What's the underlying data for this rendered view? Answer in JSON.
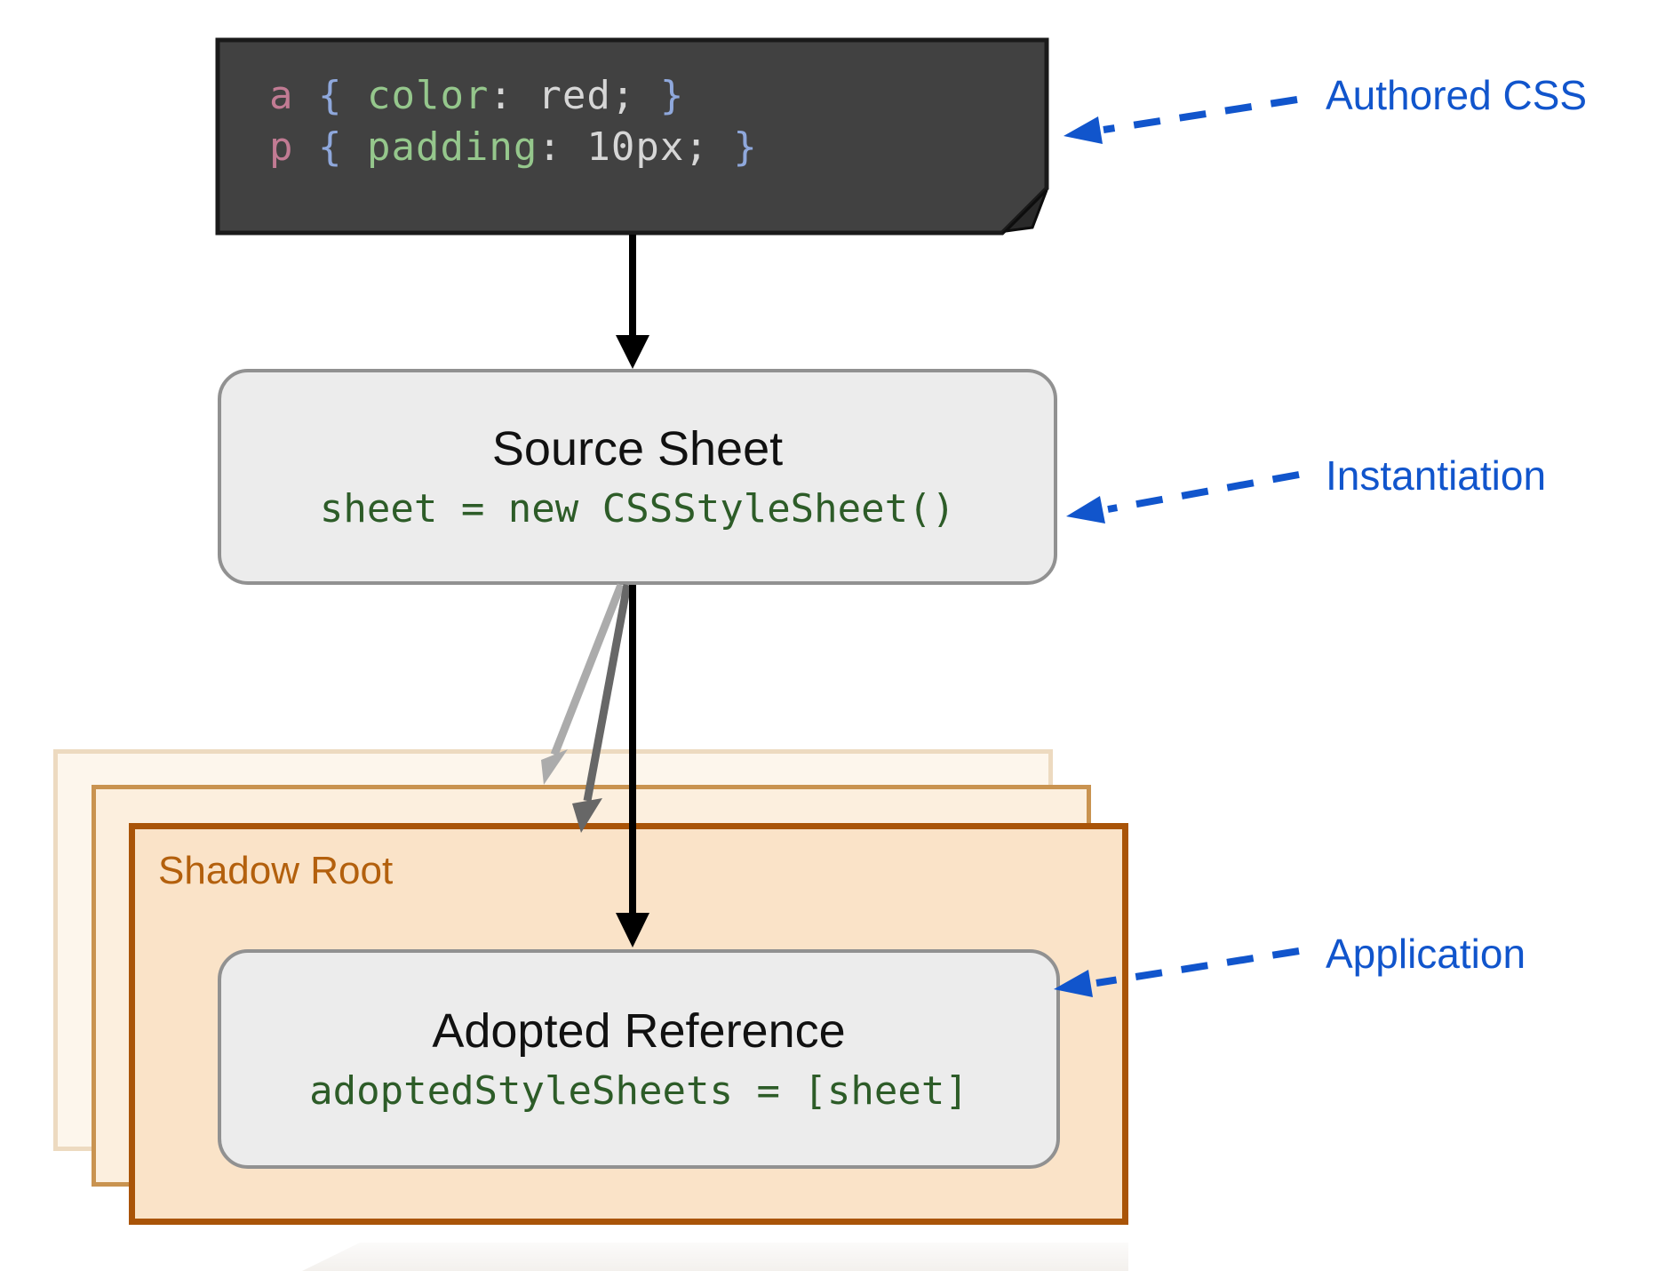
{
  "colors": {
    "label_blue": "#1155cc",
    "code_block_bg": "#414141",
    "selector_pink": "#c17b93",
    "brace_blue": "#8fa8dc",
    "property_green": "#95c78c",
    "value_gray": "#d6d6d6",
    "box_fill": "#ececec",
    "box_border": "#919191",
    "code_green": "#2d5c28",
    "shadow_fill": "#fae3c8",
    "shadow_border": "#a95408",
    "shadow_text_orange": "#b3600d"
  },
  "code_block": {
    "lines": [
      {
        "selector": "a ",
        "brace_open": "{ ",
        "property": "color",
        "colon": ": ",
        "value": "red; ",
        "brace_close": "}"
      },
      {
        "selector": "p ",
        "brace_open": "{ ",
        "property": "padding",
        "colon": ": ",
        "value": "10px; ",
        "brace_close": "}"
      }
    ]
  },
  "source_sheet": {
    "title": "Source Sheet",
    "code": "sheet = new CSSStyleSheet()"
  },
  "shadow_root": {
    "label": "Shadow Root"
  },
  "adopted_reference": {
    "title": "Adopted Reference",
    "code": "adoptedStyleSheets = [sheet]"
  },
  "annotations": {
    "authored": "Authored CSS",
    "instantiation": "Instantiation",
    "application": "Application"
  }
}
